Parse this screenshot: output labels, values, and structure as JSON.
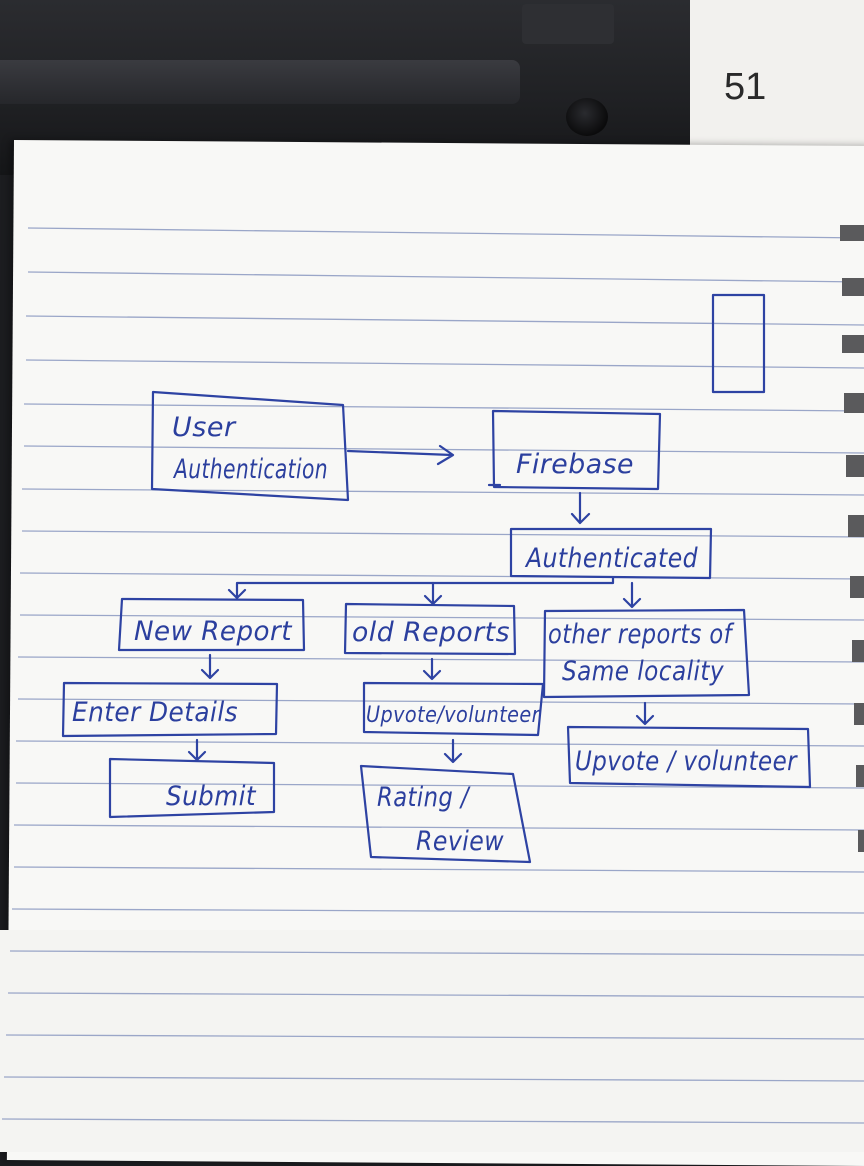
{
  "page_number": "51",
  "diagram": {
    "nodes": {
      "user_auth": [
        "User",
        "Authentication"
      ],
      "firebase": "Firebase",
      "authenticated": "Authenticated",
      "new_report": "New Report",
      "old_reports": "old Reports",
      "other_reports": [
        "other reports of",
        "Same locality"
      ],
      "enter_details": "Enter Details",
      "submit": "Submit",
      "upvote_volunteer_old": "Upvote/volunteer",
      "rating_review": [
        "Rating /",
        "Review"
      ],
      "upvote_volunteer_other": "Upvote / volunteer"
    },
    "edges": [
      [
        "user_auth",
        "firebase"
      ],
      [
        "firebase",
        "authenticated"
      ],
      [
        "authenticated",
        "new_report"
      ],
      [
        "authenticated",
        "old_reports"
      ],
      [
        "authenticated",
        "other_reports"
      ],
      [
        "new_report",
        "enter_details"
      ],
      [
        "enter_details",
        "submit"
      ],
      [
        "old_reports",
        "upvote_volunteer_old"
      ],
      [
        "upvote_volunteer_old",
        "rating_review"
      ],
      [
        "other_reports",
        "upvote_volunteer_other"
      ]
    ]
  },
  "colors": {
    "ink": "#2b3f9e",
    "paper": "#f8f8f6",
    "rule_lines": "#9aa6c8",
    "laptop": "#1f2023"
  }
}
